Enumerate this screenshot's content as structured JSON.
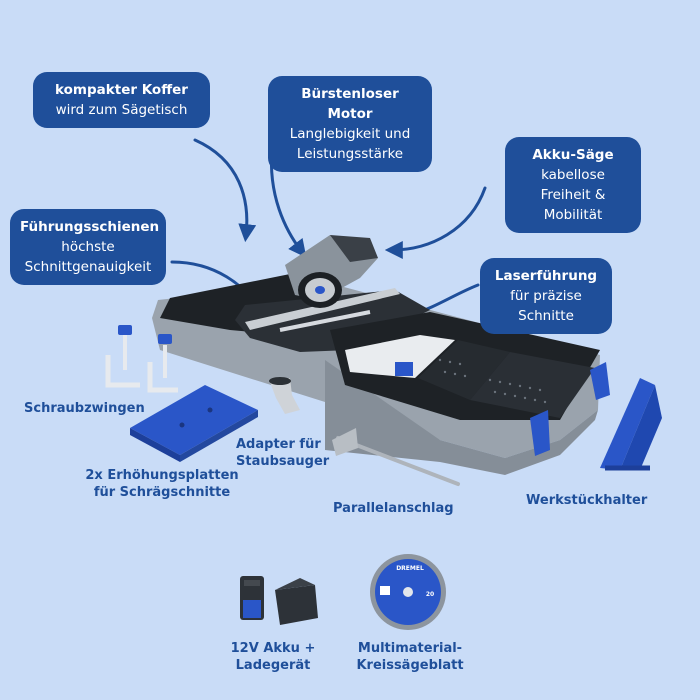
{
  "callouts": {
    "koffer": {
      "title": "kompakter Koffer",
      "text": "wird zum Sägetisch"
    },
    "motor": {
      "title": "Bürstenloser Motor",
      "line1": "Langlebigkeit und",
      "line2": "Leistungsstärke"
    },
    "akku": {
      "title": "Akku-Säge",
      "line1": "kabellose Freiheit &",
      "line2": "Mobilität"
    },
    "schienen": {
      "title": "Führungsschienen",
      "line1": "höchste",
      "line2": "Schnittgenauigkeit"
    },
    "laser": {
      "title": "Laserführung",
      "text": "für präzise Schnitte"
    }
  },
  "labels": {
    "schraubzwingen": "Schraubzwingen",
    "adapter": {
      "line1": "Adapter für",
      "line2": "Staubsauger"
    },
    "platten": {
      "line1": "2x Erhöhungsplatten",
      "line2": "für Schrägschnitte"
    },
    "parallel": "Parallelanschlag",
    "werkstueck": "Werkstückhalter",
    "akku": {
      "line1": "12V Akku +",
      "line2": "Ladegerät"
    },
    "blatt": {
      "line1": "Multimaterial-",
      "line2": "Kreissägeblatt"
    }
  },
  "blade": {
    "brand": "DREMEL",
    "teeth": "20"
  },
  "colors": {
    "background": "#c9dcf7",
    "callout": "#1f4f9a",
    "accent_blue": "#2a56c8",
    "case_grey": "#9aa3ad",
    "case_black": "#1e2226"
  }
}
